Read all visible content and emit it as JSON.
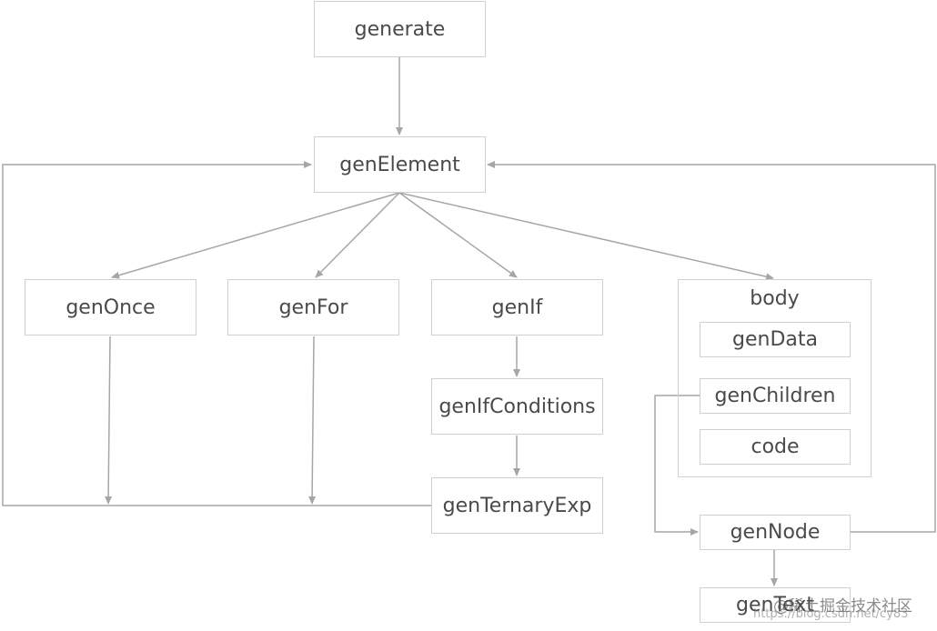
{
  "diagram": {
    "nodes": {
      "generate": "generate",
      "genElement": "genElement",
      "genOnce": "genOnce",
      "genFor": "genFor",
      "genIf": "genIf",
      "genIfConditions": "genIfConditions",
      "genTernaryExp": "genTernaryExp",
      "body": "body",
      "genData": "genData",
      "genChildren": "genChildren",
      "code": "code",
      "genNode": "genNode",
      "genText": "genText"
    },
    "edge_color": "#a6a6a6",
    "border_color": "#d0d0d0",
    "text_color": "#4a4a4a"
  },
  "watermark": {
    "text": "@稀土掘金技术社区",
    "url": "https://blog.csdn.net/cy83"
  }
}
